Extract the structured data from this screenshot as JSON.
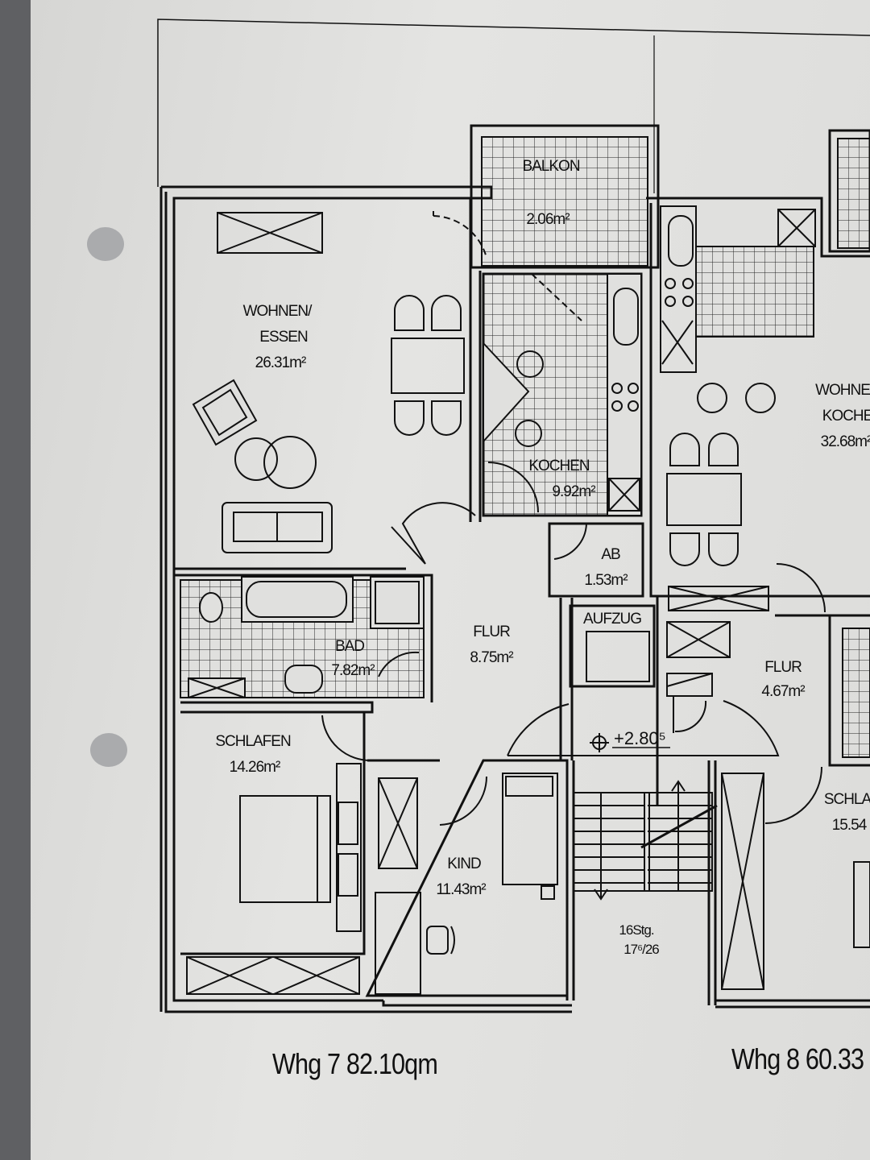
{
  "rooms": {
    "balkon": {
      "name": "BALKON",
      "area": "2.06m²"
    },
    "wohnen_essen": {
      "name_line1": "WOHNEN/",
      "name_line2": "ESSEN",
      "area": "26.31m²"
    },
    "kochen": {
      "name": "KOCHEN",
      "area": "9.92m²"
    },
    "ab": {
      "name": "AB",
      "area": "1.53m²"
    },
    "bad": {
      "name": "BAD",
      "area": "7.82m²"
    },
    "flur_7": {
      "name": "FLUR",
      "area": "8.75m²"
    },
    "aufzug": {
      "name": "AUFZUG"
    },
    "schlafen_7": {
      "name": "SCHLAFEN",
      "area": "14.26m²"
    },
    "kind": {
      "name": "KIND",
      "area": "11.43m²"
    },
    "flur_8": {
      "name": "FLUR",
      "area": "4.67m²"
    },
    "wohnen_kochen_8": {
      "name_line1": "WOHNE",
      "name_line2": "KOCHE",
      "area": "32.68m²"
    },
    "schlafen_8": {
      "name": "SCHLA",
      "area": "15.54"
    }
  },
  "stair": {
    "label_line1": "16Stg.",
    "label_line2": "17⁶/26"
  },
  "level": {
    "text": "+2.80⁵"
  },
  "captions": {
    "unit7": "Whg 7 82.10qm",
    "unit8": "Whg 8 60.33"
  },
  "colors": {
    "ink": "#111111",
    "paper": "#e1e1df",
    "background": "#5f6063"
  }
}
